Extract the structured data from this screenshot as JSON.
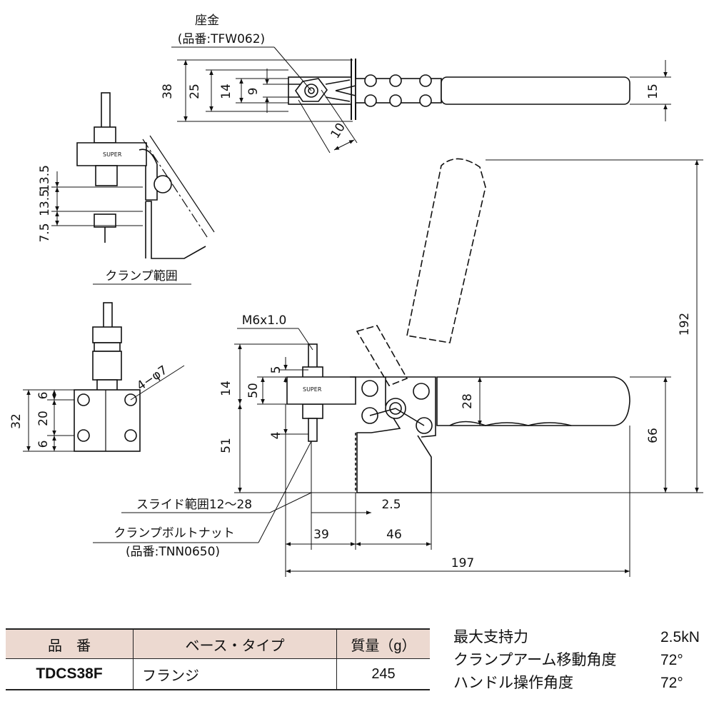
{
  "top_view": {
    "washer_label": "座金",
    "washer_part": "(品番:TFW062)",
    "dims": [
      "38",
      "25",
      "14",
      "9",
      "10",
      "15"
    ]
  },
  "side_view": {
    "dims": [
      "13.5",
      "13.5",
      "7.5"
    ],
    "range_label": "クランプ範囲"
  },
  "front_view": {
    "dims": [
      "32",
      "6",
      "20",
      "6"
    ],
    "hole_label": "4−φ7"
  },
  "main_view": {
    "bolt_label": "M6x1.0",
    "dims": {
      "d5": "5",
      "d14": "14",
      "d50": "50",
      "d4": "4",
      "d51": "51",
      "d28": "28",
      "d66": "66",
      "d192": "192",
      "d2_5": "2.5",
      "d39": "39",
      "d46": "46",
      "d197": "197"
    },
    "slide_label": "スライド範囲12～28",
    "nut_label": "クランプボルトナット",
    "nut_part": "(品番:TNN0650)",
    "logo_text": "SUPER"
  },
  "table": {
    "headers": [
      "品　番",
      "ベース・タイプ",
      "質量（g）"
    ],
    "row": [
      "TDCS38F",
      "フランジ",
      "245"
    ]
  },
  "specs": [
    {
      "label": "最大支持力",
      "value": "2.5kN"
    },
    {
      "label": "クランプアーム移動角度",
      "value": "72°"
    },
    {
      "label": "ハンドル操作角度",
      "value": "72°"
    }
  ]
}
